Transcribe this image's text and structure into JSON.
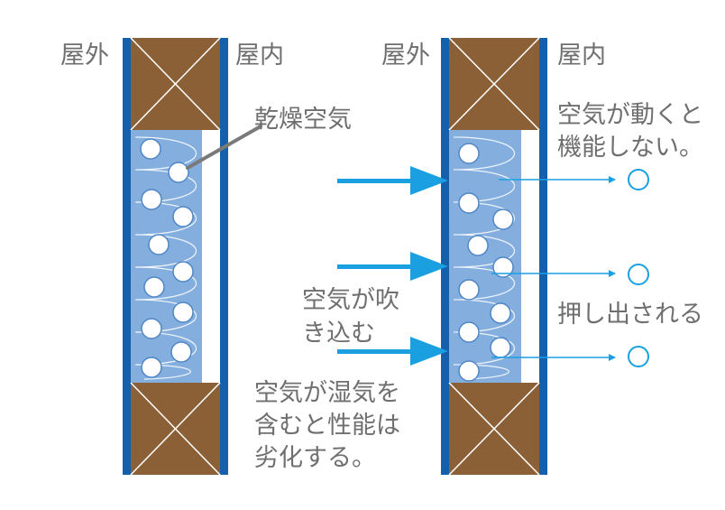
{
  "labels": {
    "outside_left": "屋外",
    "inside_left": "屋内",
    "outside_right": "屋外",
    "inside_right": "屋内",
    "dry_air": "乾燥空気",
    "air_moves_line1": "空気が動くと",
    "air_moves_line2": "機能しない。",
    "blow_in_line1": "空気が吹",
    "blow_in_line2": "き込む",
    "pushed_out": "押し出される",
    "degrade_line1": "空気が湿気を",
    "degrade_line2": "含むと性能は",
    "degrade_line3": "劣化する。"
  },
  "colors": {
    "frame_blue": "#1560ad",
    "insulation_blue": "#84aede",
    "arrow_blue": "#1aa0e0",
    "timber_brown": "#8b6036",
    "text_gray": "#6f6f6f"
  }
}
